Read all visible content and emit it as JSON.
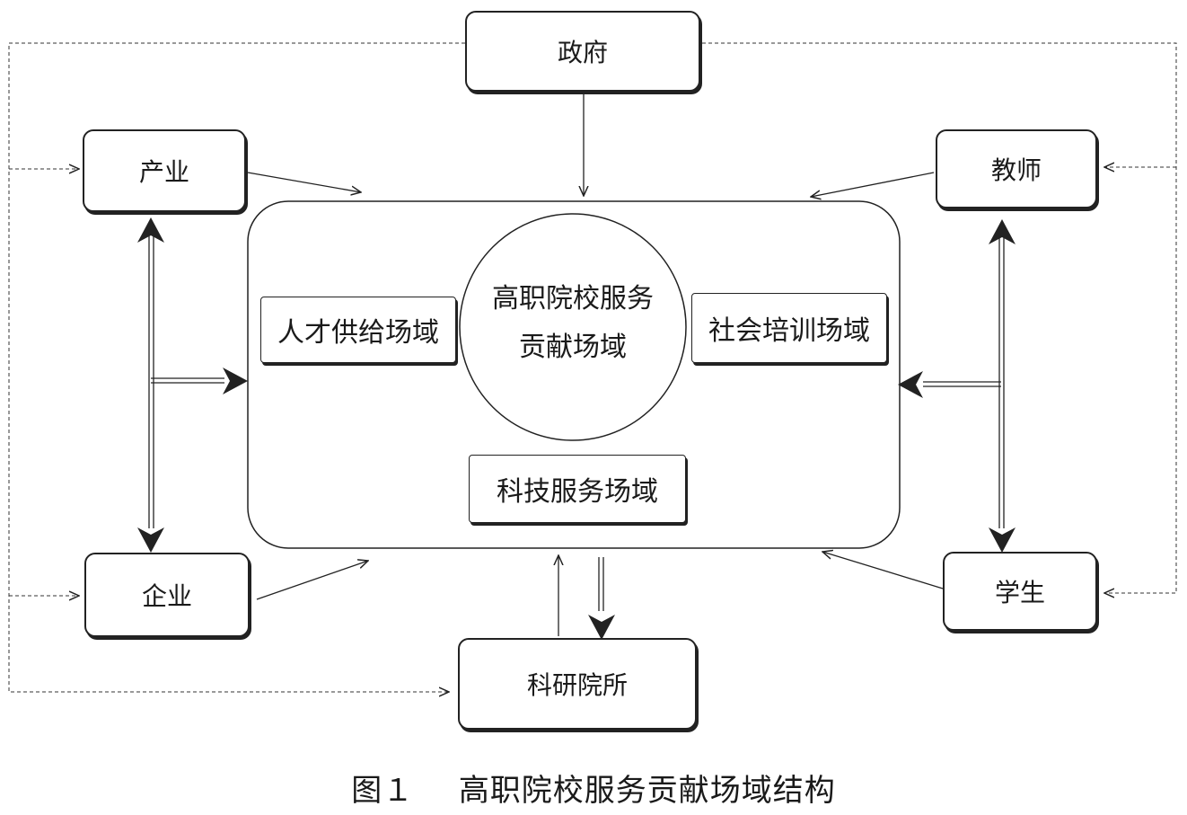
{
  "nodes": {
    "government": "政府",
    "industry": "产业",
    "teachers": "教师",
    "enterprises": "企业",
    "students": "学生",
    "research_institutes": "科研院所"
  },
  "center": {
    "line1": "高职院校服务",
    "line2": "贡献场域"
  },
  "fields": {
    "talent_supply": "人才供给场域",
    "social_training": "社会培训场域",
    "tech_service": "科技服务场域"
  },
  "caption": {
    "figure_no": "图１",
    "title": "高职院校服务贡献场域结构"
  }
}
